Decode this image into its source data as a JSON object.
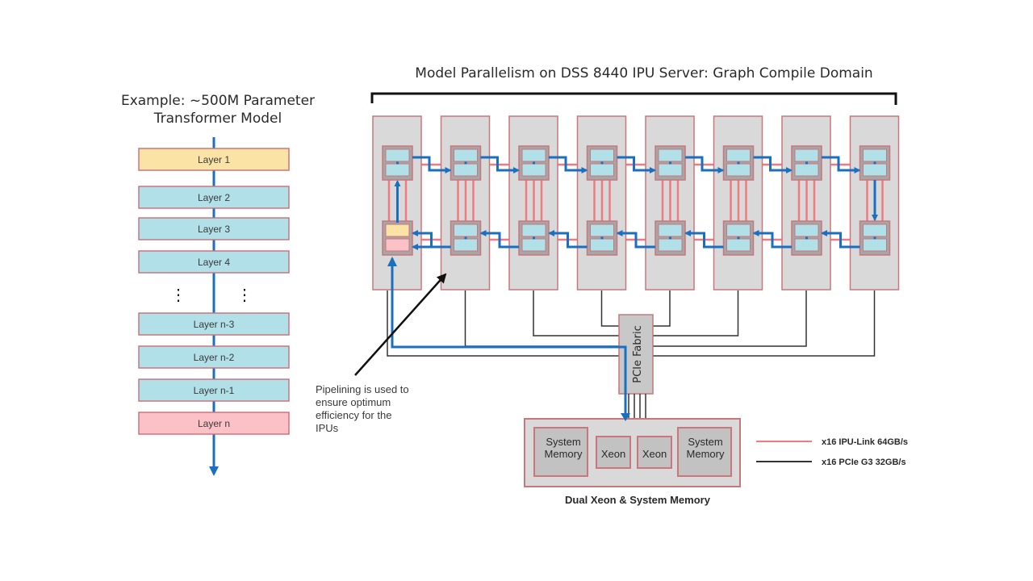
{
  "left_panel": {
    "title_line1": "Example: ~500M Parameter",
    "title_line2": "Transformer Model",
    "layers": [
      {
        "label": "Layer 1",
        "kind": "first"
      },
      {
        "label": "Layer 2",
        "kind": "middle"
      },
      {
        "label": "Layer 3",
        "kind": "middle"
      },
      {
        "label": "Layer 4",
        "kind": "middle"
      },
      {
        "label": "Layer n-3",
        "kind": "middle"
      },
      {
        "label": "Layer n-2",
        "kind": "middle"
      },
      {
        "label": "Layer n-1",
        "kind": "middle"
      },
      {
        "label": "Layer n",
        "kind": "last"
      }
    ],
    "ellipsis": "⋮"
  },
  "right_panel": {
    "title": "Model Parallelism on DSS 8440 IPU Server: Graph Compile Domain",
    "ipu_card_count": 8,
    "fabric_label": "PCIe Fabric",
    "host": {
      "caption": "Dual Xeon & System Memory",
      "blocks": [
        {
          "line1": "System",
          "line2": "Memory"
        },
        {
          "line1": "Xeon",
          "line2": ""
        },
        {
          "line1": "Xeon",
          "line2": ""
        },
        {
          "line1": "System",
          "line2": "Memory"
        }
      ]
    },
    "annotation": {
      "lines": [
        "Pipelining is used to",
        "ensure optimum",
        "efficiency for the",
        "IPUs"
      ]
    },
    "legend": [
      {
        "label": "x16 IPU-Link 64GB/s",
        "color": "#f07a80"
      },
      {
        "label": "x16 PCIe G3 32GB/s",
        "color": "#333333"
      }
    ]
  },
  "colors": {
    "layer_first": "#fbe3a6",
    "layer_middle": "#b2e0e8",
    "layer_last": "#fcc1c6",
    "box_border": "#c9777c",
    "card_fill": "#d9d9d9",
    "chip_fill": "#a6a6a6",
    "flow_blue": "#1a6fc0",
    "ipu_link": "#f07a80",
    "pcie": "#333333"
  }
}
